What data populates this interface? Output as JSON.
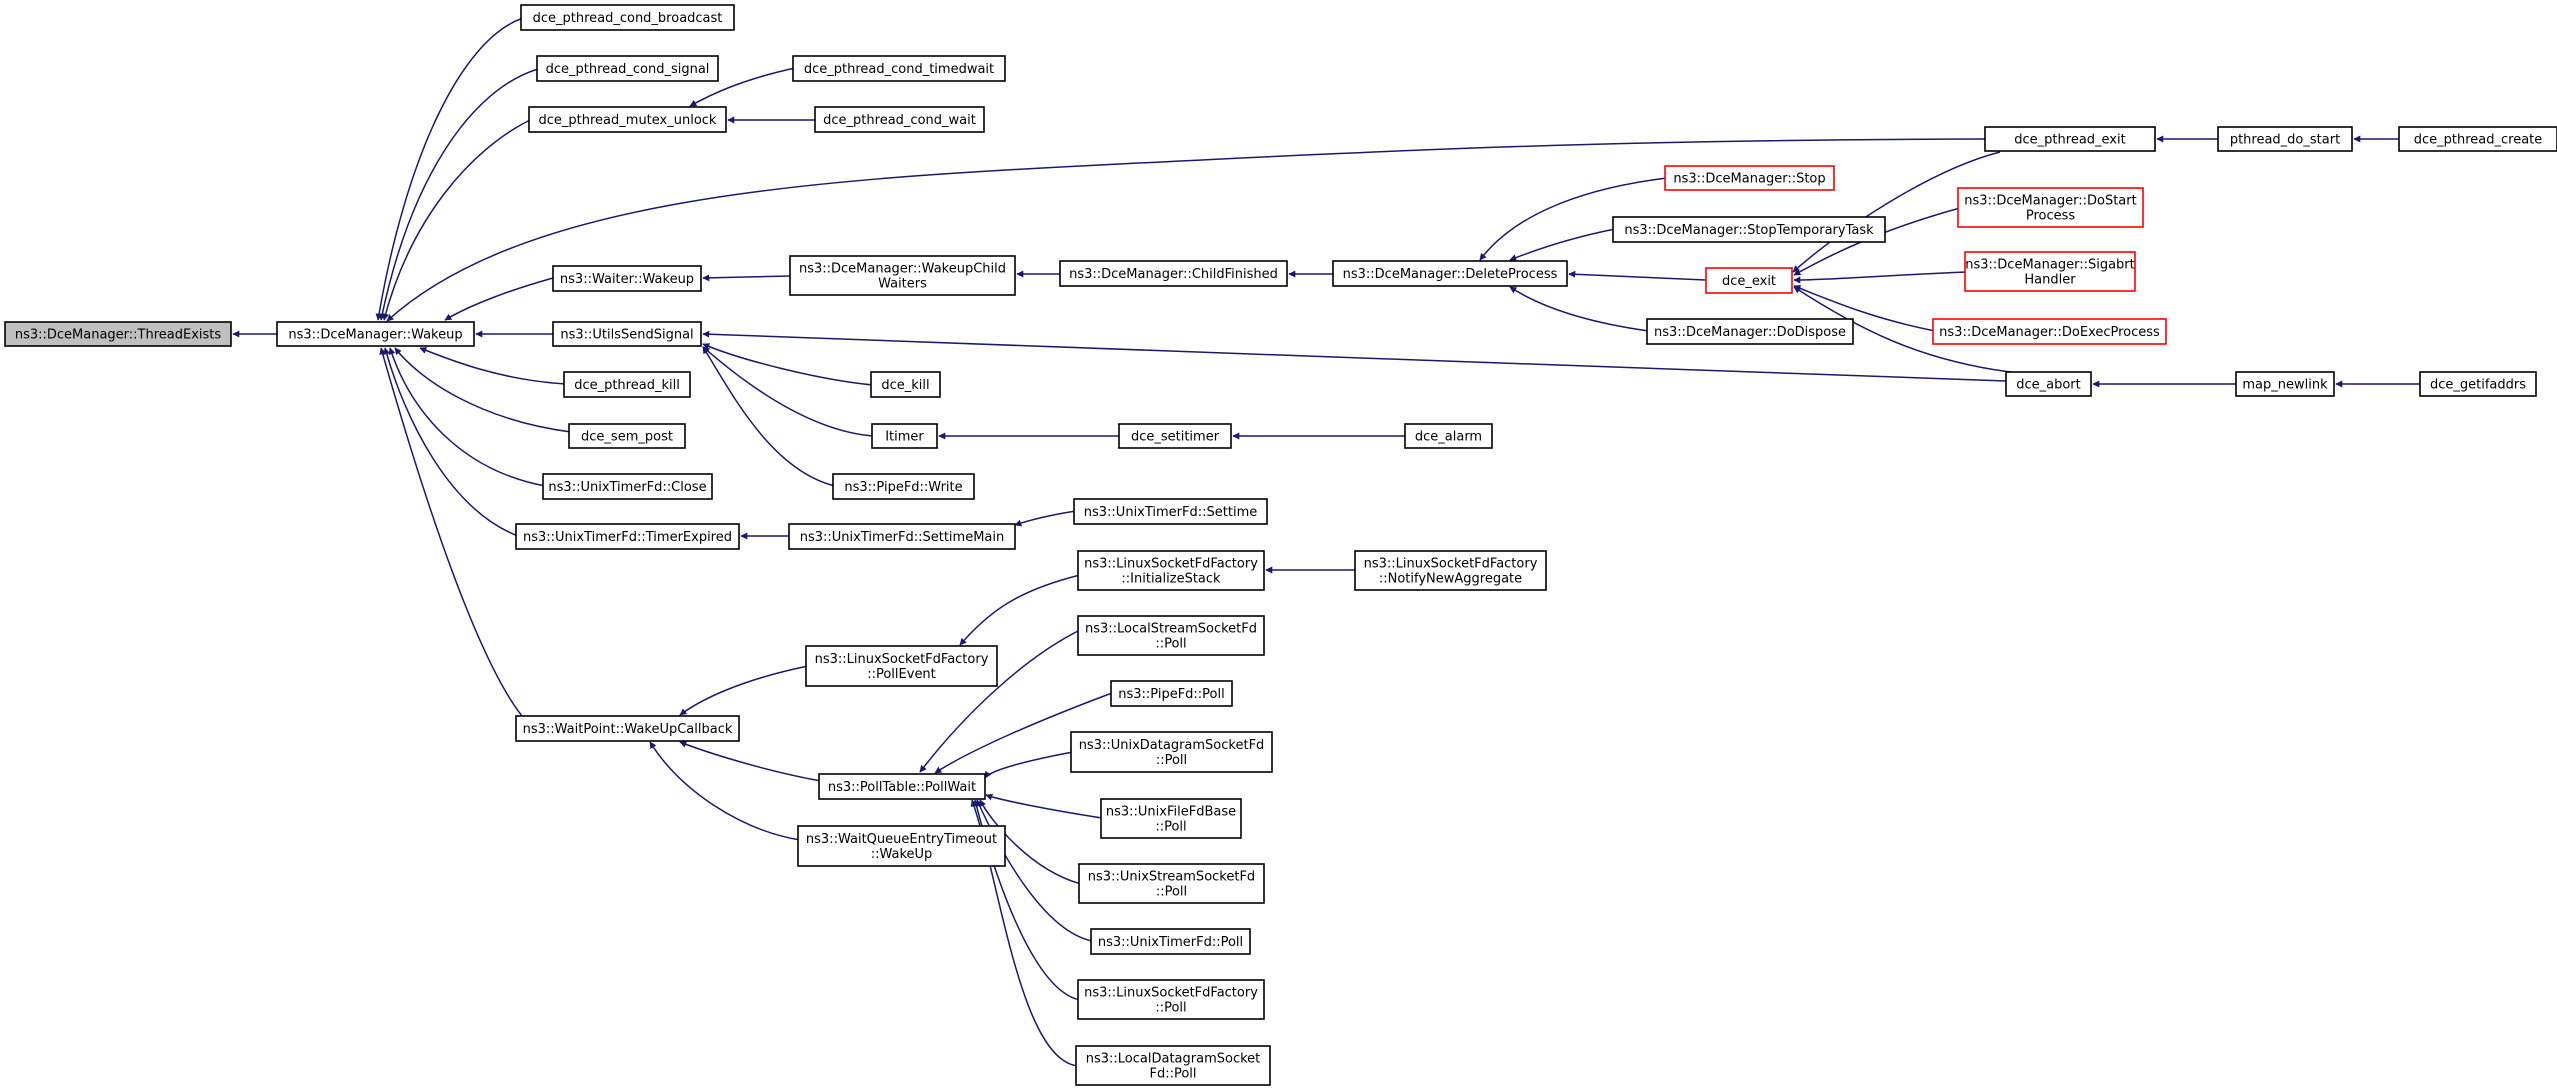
{
  "colors": {
    "edge": "#191970",
    "root_fill": "#bfbfbf",
    "truncated_border": "#ff0000"
  },
  "nodes": [
    {
      "id": "threadexists",
      "lines": [
        "ns3::DceManager::ThreadExists"
      ],
      "root": true
    },
    {
      "id": "wakeup",
      "lines": [
        "ns3::DceManager::Wakeup"
      ]
    },
    {
      "id": "cond_broadcast",
      "lines": [
        "dce_pthread_cond_broadcast"
      ]
    },
    {
      "id": "cond_signal",
      "lines": [
        "dce_pthread_cond_signal"
      ]
    },
    {
      "id": "mutex_unlock",
      "lines": [
        "dce_pthread_mutex_unlock"
      ]
    },
    {
      "id": "cond_timedwait",
      "lines": [
        "dce_pthread_cond_timedwait"
      ]
    },
    {
      "id": "cond_wait",
      "lines": [
        "dce_pthread_cond_wait"
      ]
    },
    {
      "id": "pthread_exit",
      "lines": [
        "dce_pthread_exit"
      ]
    },
    {
      "id": "pthread_do_start",
      "lines": [
        "pthread_do_start"
      ]
    },
    {
      "id": "pthread_create",
      "lines": [
        "dce_pthread_create"
      ]
    },
    {
      "id": "waiter_wakeup",
      "lines": [
        "ns3::Waiter::Wakeup"
      ]
    },
    {
      "id": "wakeup_child",
      "lines": [
        "ns3::DceManager::WakeupChild",
        "Waiters"
      ]
    },
    {
      "id": "child_finished",
      "lines": [
        "ns3::DceManager::ChildFinished"
      ]
    },
    {
      "id": "delete_process",
      "lines": [
        "ns3::DceManager::DeleteProcess"
      ]
    },
    {
      "id": "stop",
      "lines": [
        "ns3::DceManager::Stop"
      ],
      "truncated": true
    },
    {
      "id": "stop_temp",
      "lines": [
        "ns3::DceManager::StopTemporaryTask"
      ]
    },
    {
      "id": "dce_exit",
      "lines": [
        "dce_exit"
      ],
      "truncated": true
    },
    {
      "id": "dodispose",
      "lines": [
        "ns3::DceManager::DoDispose"
      ]
    },
    {
      "id": "dostart",
      "lines": [
        "ns3::DceManager::DoStart",
        "Process"
      ],
      "truncated": true
    },
    {
      "id": "sigabrt",
      "lines": [
        "ns3::DceManager::Sigabrt",
        "Handler"
      ],
      "truncated": true
    },
    {
      "id": "doexec",
      "lines": [
        "ns3::DceManager::DoExecProcess"
      ],
      "truncated": true
    },
    {
      "id": "utils_send",
      "lines": [
        "ns3::UtilsSendSignal"
      ]
    },
    {
      "id": "dce_abort",
      "lines": [
        "dce_abort"
      ]
    },
    {
      "id": "map_newlink",
      "lines": [
        "map_newlink"
      ]
    },
    {
      "id": "getifaddrs",
      "lines": [
        "dce_getifaddrs"
      ]
    },
    {
      "id": "pthread_kill",
      "lines": [
        "dce_pthread_kill"
      ]
    },
    {
      "id": "dce_kill",
      "lines": [
        "dce_kill"
      ]
    },
    {
      "id": "itimer",
      "lines": [
        "Itimer"
      ]
    },
    {
      "id": "setitimer",
      "lines": [
        "dce_setitimer"
      ]
    },
    {
      "id": "alarm",
      "lines": [
        "dce_alarm"
      ]
    },
    {
      "id": "pipe_write",
      "lines": [
        "ns3::PipeFd::Write"
      ]
    },
    {
      "id": "sem_post",
      "lines": [
        "dce_sem_post"
      ]
    },
    {
      "id": "timer_close",
      "lines": [
        "ns3::UnixTimerFd::Close"
      ]
    },
    {
      "id": "timer_expired",
      "lines": [
        "ns3::UnixTimerFd::TimerExpired"
      ]
    },
    {
      "id": "settime_main",
      "lines": [
        "ns3::UnixTimerFd::SettimeMain"
      ]
    },
    {
      "id": "settime",
      "lines": [
        "ns3::UnixTimerFd::Settime"
      ]
    },
    {
      "id": "init_stack",
      "lines": [
        "ns3::LinuxSocketFdFactory",
        "::InitializeStack"
      ]
    },
    {
      "id": "notify_agg",
      "lines": [
        "ns3::LinuxSocketFdFactory",
        "::NotifyNewAggregate"
      ]
    },
    {
      "id": "poll_event",
      "lines": [
        "ns3::LinuxSocketFdFactory",
        "::PollEvent"
      ]
    },
    {
      "id": "localstream_poll",
      "lines": [
        "ns3::LocalStreamSocketFd",
        "::Poll"
      ]
    },
    {
      "id": "pipe_poll",
      "lines": [
        "ns3::PipeFd::Poll"
      ]
    },
    {
      "id": "unixdgram_poll",
      "lines": [
        "ns3::UnixDatagramSocketFd",
        "::Poll"
      ]
    },
    {
      "id": "waitpoint",
      "lines": [
        "ns3::WaitPoint::WakeUpCallback"
      ]
    },
    {
      "id": "polltable",
      "lines": [
        "ns3::PollTable::PollWait"
      ]
    },
    {
      "id": "unixfile_poll",
      "lines": [
        "ns3::UnixFileFdBase",
        "::Poll"
      ]
    },
    {
      "id": "waitqueue",
      "lines": [
        "ns3::WaitQueueEntryTimeout",
        "::WakeUp"
      ]
    },
    {
      "id": "unixstream_poll",
      "lines": [
        "ns3::UnixStreamSocketFd",
        "::Poll"
      ]
    },
    {
      "id": "unixtimer_poll",
      "lines": [
        "ns3::UnixTimerFd::Poll"
      ]
    },
    {
      "id": "linuxsock_poll",
      "lines": [
        "ns3::LinuxSocketFdFactory",
        "::Poll"
      ]
    },
    {
      "id": "localdgram_poll",
      "lines": [
        "ns3::LocalDatagramSocket",
        "Fd::Poll"
      ]
    }
  ],
  "edges": [
    [
      "wakeup",
      "threadexists"
    ],
    [
      "cond_broadcast",
      "wakeup"
    ],
    [
      "cond_signal",
      "wakeup"
    ],
    [
      "mutex_unlock",
      "wakeup"
    ],
    [
      "pthread_exit",
      "wakeup"
    ],
    [
      "waiter_wakeup",
      "wakeup"
    ],
    [
      "utils_send",
      "wakeup"
    ],
    [
      "pthread_kill",
      "wakeup"
    ],
    [
      "sem_post",
      "wakeup"
    ],
    [
      "timer_close",
      "wakeup"
    ],
    [
      "timer_expired",
      "wakeup"
    ],
    [
      "waitpoint",
      "wakeup"
    ],
    [
      "cond_timedwait",
      "mutex_unlock"
    ],
    [
      "cond_wait",
      "mutex_unlock"
    ],
    [
      "pthread_do_start",
      "pthread_exit"
    ],
    [
      "pthread_create",
      "pthread_do_start"
    ],
    [
      "wakeup_child",
      "waiter_wakeup"
    ],
    [
      "child_finished",
      "wakeup_child"
    ],
    [
      "delete_process",
      "child_finished"
    ],
    [
      "stop",
      "delete_process"
    ],
    [
      "stop_temp",
      "delete_process"
    ],
    [
      "dce_exit",
      "delete_process"
    ],
    [
      "dodispose",
      "delete_process"
    ],
    [
      "pthread_exit",
      "dce_exit"
    ],
    [
      "dostart",
      "dce_exit"
    ],
    [
      "sigabrt",
      "dce_exit"
    ],
    [
      "doexec",
      "dce_exit"
    ],
    [
      "dce_abort",
      "dce_exit"
    ],
    [
      "dce_abort",
      "utils_send"
    ],
    [
      "map_newlink",
      "dce_abort"
    ],
    [
      "getifaddrs",
      "map_newlink"
    ],
    [
      "dce_kill",
      "utils_send"
    ],
    [
      "itimer",
      "utils_send"
    ],
    [
      "pipe_write",
      "utils_send"
    ],
    [
      "setitimer",
      "itimer"
    ],
    [
      "alarm",
      "setitimer"
    ],
    [
      "settime_main",
      "timer_expired"
    ],
    [
      "settime",
      "settime_main"
    ],
    [
      "poll_event",
      "waitpoint"
    ],
    [
      "polltable",
      "waitpoint"
    ],
    [
      "waitqueue",
      "waitpoint"
    ],
    [
      "init_stack",
      "poll_event"
    ],
    [
      "notify_agg",
      "init_stack"
    ],
    [
      "localstream_poll",
      "polltable"
    ],
    [
      "pipe_poll",
      "polltable"
    ],
    [
      "unixdgram_poll",
      "polltable"
    ],
    [
      "unixfile_poll",
      "polltable"
    ],
    [
      "unixstream_poll",
      "polltable"
    ],
    [
      "unixtimer_poll",
      "polltable"
    ],
    [
      "linuxsock_poll",
      "polltable"
    ],
    [
      "localdgram_poll",
      "polltable"
    ]
  ]
}
